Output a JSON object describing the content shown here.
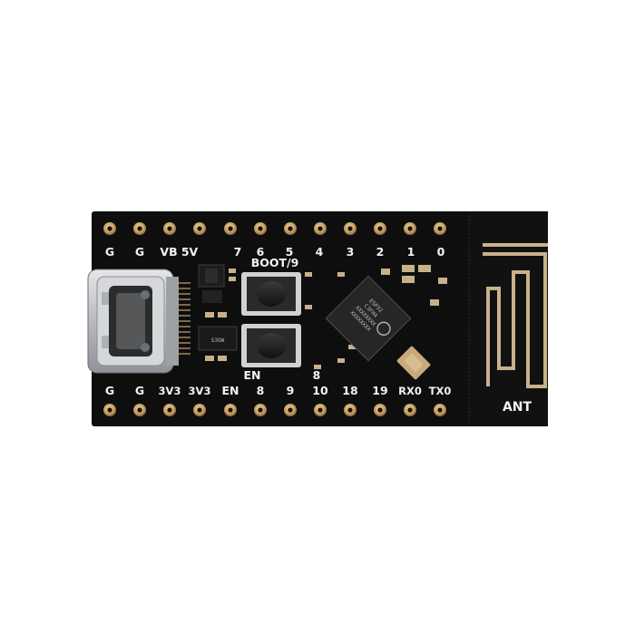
{
  "board": {
    "top_pins": [
      "G",
      "G",
      "VB",
      "5V",
      "7",
      "6",
      "5",
      "4",
      "3",
      "2",
      "1",
      "0"
    ],
    "bottom_pins": [
      "G",
      "G",
      "3V3",
      "3V3",
      "EN",
      "8",
      "9",
      "10",
      "18",
      "19",
      "RX0",
      "TX0"
    ],
    "boot_label": "BOOT/9",
    "en_label": "EN",
    "en_pin_number": "8",
    "antenna_label": "ANT",
    "chip_marking": [
      "ESP32",
      "C3FH4",
      "XXXXXXXX",
      "XXXXXXXX"
    ],
    "regulator_marking": "S3OW",
    "colors": {
      "pcb": "#0d0d0e",
      "silkscreen": "#f2f2f2",
      "gold_pad": "#c9a468",
      "antenna_trace": "#c9b18a",
      "usb_shell": "#c7c9cc"
    }
  }
}
